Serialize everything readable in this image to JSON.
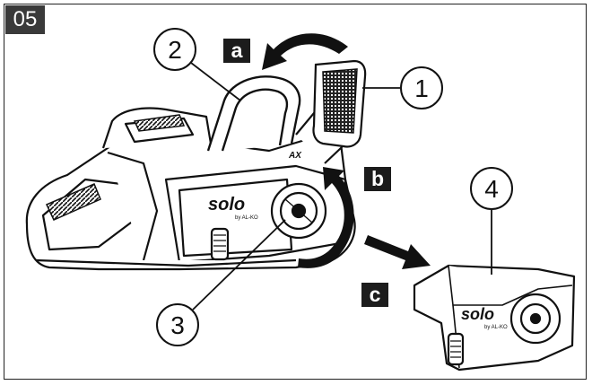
{
  "step": {
    "label": "05"
  },
  "actions": [
    {
      "id": "a",
      "label": "a"
    },
    {
      "id": "b",
      "label": "b"
    },
    {
      "id": "c",
      "label": "c"
    }
  ],
  "callouts": [
    {
      "id": "1",
      "label": "1"
    },
    {
      "id": "2",
      "label": "2"
    },
    {
      "id": "3",
      "label": "3"
    },
    {
      "id": "4",
      "label": "4"
    }
  ],
  "product": {
    "brand": "solo",
    "model_mark": "AX",
    "sub_brand": "by AL-KO"
  },
  "colors": {
    "badge": "#1c1c1c",
    "line": "#111111",
    "frame": "#222222"
  }
}
